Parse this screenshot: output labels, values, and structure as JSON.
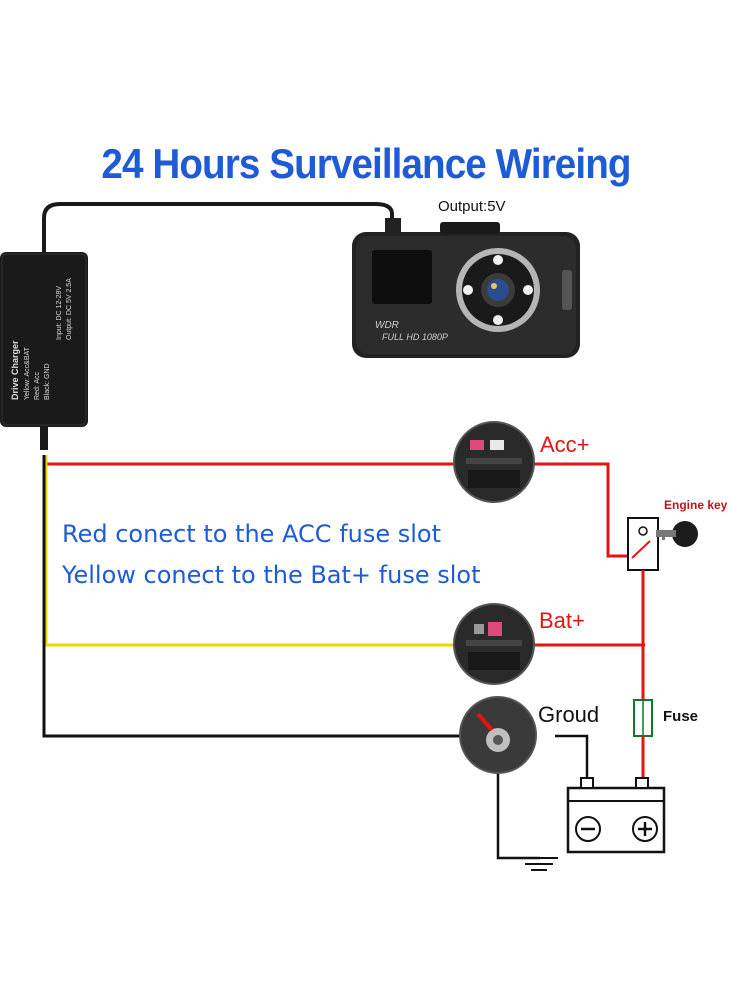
{
  "title": "24 Hours Surveillance Wireing",
  "dashcam": {
    "output_label": "Output:5V",
    "badge_wdr": "WDR",
    "badge_resolution": "FULL HD 1080P"
  },
  "charger": {
    "name": "Drive Charger",
    "line1": "Yellow: Acc&BAT",
    "line2": "Red: Acc",
    "line3": "Black: GND",
    "line4": "Input: DC 12-28V",
    "line5": "Output: DC 5V 2.5A"
  },
  "instructions": {
    "line1": "Red conect to the ACC fuse slot",
    "line2": "Yellow conect to the Bat+ fuse slot"
  },
  "labels": {
    "acc": "Acc+",
    "bat": "Bat+",
    "ground": "Groud",
    "fuse": "Fuse",
    "engine_key": "Engine key"
  },
  "colors": {
    "title_blue": "#1e5bd6",
    "wire_red": "#e31414",
    "wire_yellow": "#e8d800",
    "wire_black": "#111111"
  }
}
